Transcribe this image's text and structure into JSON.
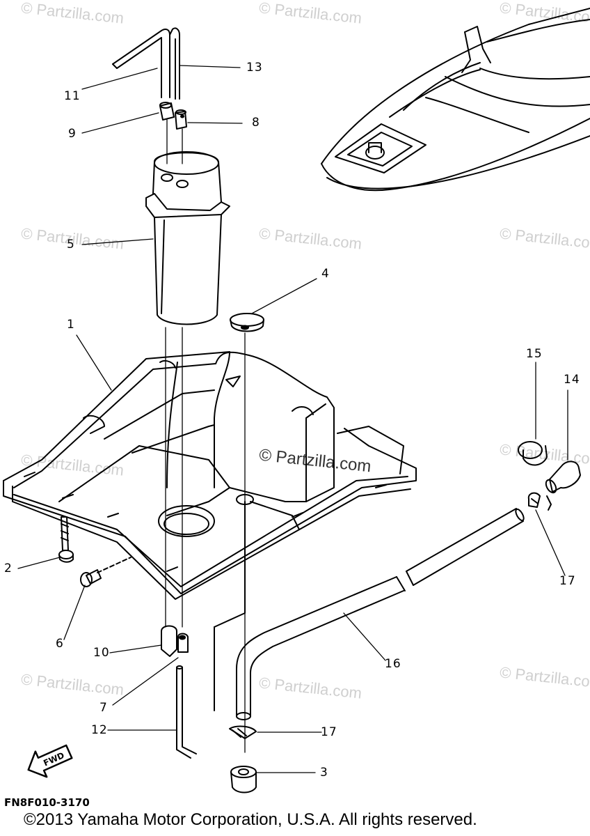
{
  "diagram": {
    "part_code": "FN8F010-3170",
    "copyright": "©2013 Yamaha Motor Corporation, U.S.A. All rights reserved.",
    "fwd_label": "FWD",
    "watermark": "© Partzilla.com",
    "callouts": {
      "c1": "1",
      "c2": "2",
      "c3": "3",
      "c4": "4",
      "c5": "5",
      "c6": "6",
      "c7": "7",
      "c8": "8",
      "c9": "9",
      "c10": "10",
      "c11": "11",
      "c12": "12",
      "c13": "13",
      "c14": "14",
      "c15": "15",
      "c16": "16",
      "c17a": "17",
      "c17b": "17"
    }
  }
}
